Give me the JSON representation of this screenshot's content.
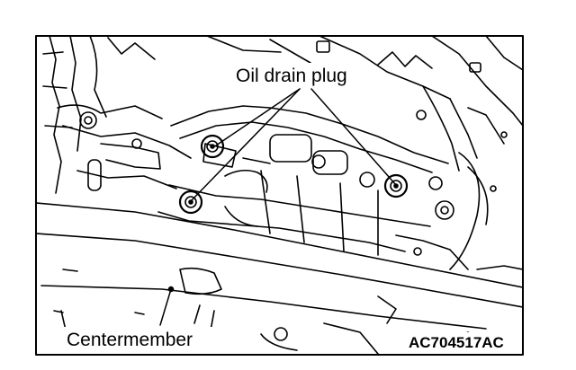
{
  "labels": {
    "oil_drain_plug": "Oil drain plug",
    "centermember": "Centermember",
    "figure_id": "AC704517AC"
  }
}
